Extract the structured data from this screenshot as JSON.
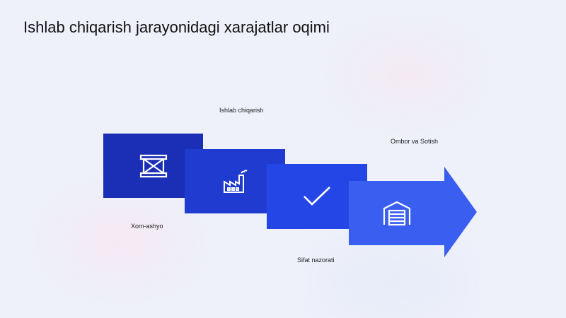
{
  "title": "Ishlab chiqarish jarayonidagi xarajatlar oqimi",
  "steps": [
    {
      "label": "Xom-ashyo",
      "icon": "crate-icon",
      "color": "#1a2fb5"
    },
    {
      "label": "Ishlab chiqarish",
      "icon": "factory-icon",
      "color": "#1f3bd0"
    },
    {
      "label": "Sifat nazorati",
      "icon": "checkmark-icon",
      "color": "#2546e6"
    },
    {
      "label": "Ombor va Sotish",
      "icon": "warehouse-icon",
      "color": "#3a5ff0"
    }
  ]
}
